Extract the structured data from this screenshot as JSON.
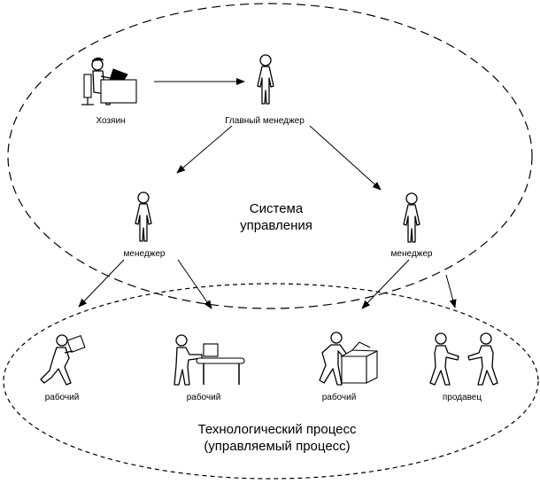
{
  "colors": {
    "stroke": "#000000",
    "background": "#ffffff"
  },
  "regions": {
    "management": {
      "line1": "Система",
      "line2": "управления"
    },
    "process": {
      "line1": "Технологический процесс",
      "line2": "(управляемый процесс)"
    }
  },
  "nodes": {
    "owner": {
      "label": "Хозяин",
      "icon": "person-at-desk-icon"
    },
    "chief_manager": {
      "label": "Главный менеджер",
      "icon": "person-icon"
    },
    "manager_left": {
      "label": "менеджер",
      "icon": "person-icon"
    },
    "manager_right": {
      "label": "менеджер",
      "icon": "person-icon"
    },
    "worker1": {
      "label": "рабочий",
      "icon": "worker-carrying-box-icon"
    },
    "worker2": {
      "label": "рабочий",
      "icon": "worker-at-conveyor-icon"
    },
    "worker3": {
      "label": "рабочий",
      "icon": "worker-packing-box-icon"
    },
    "seller": {
      "label": "продавец",
      "icon": "handshake-icon"
    }
  },
  "edges": [
    {
      "from": "owner",
      "to": "chief_manager"
    },
    {
      "from": "chief_manager",
      "to": "manager_left"
    },
    {
      "from": "chief_manager",
      "to": "manager_right"
    },
    {
      "from": "manager_left",
      "to": "worker1"
    },
    {
      "from": "manager_left",
      "to": "worker2"
    },
    {
      "from": "manager_right",
      "to": "worker3"
    },
    {
      "from": "manager_right",
      "to": "seller"
    }
  ]
}
